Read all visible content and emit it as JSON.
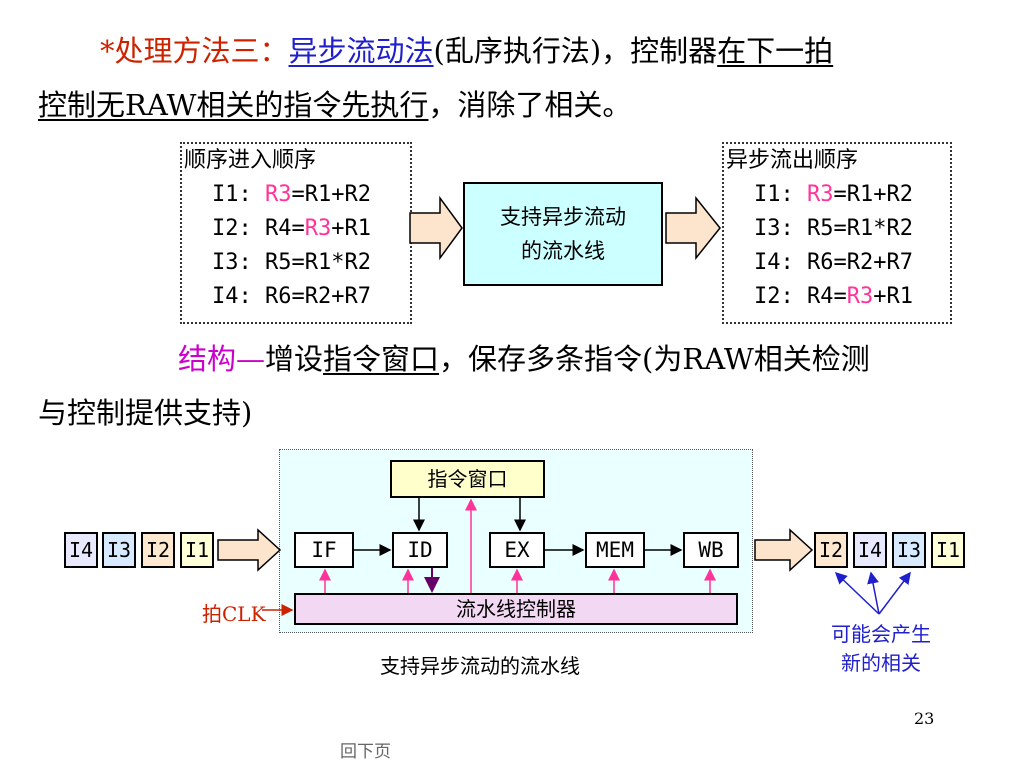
{
  "heading": {
    "l1_a": "*处理方法三：",
    "l1_b": "异步流动法",
    "l1_c": "(乱序执行法)，控制器",
    "l1_d": "在下一拍",
    "l2_a": "控制无RAW相关的指令先执行",
    "l2_b": "，消除了相关。"
  },
  "in_box": {
    "title": "顺序进入顺序",
    "lines": [
      {
        "pre": "I1: ",
        "hl": "R3",
        "post": "=R1+R2"
      },
      {
        "pre": "I2: R4=",
        "hl": "R3",
        "post": "+R1"
      },
      {
        "pre": "I3: R5=R1*R2",
        "hl": "",
        "post": ""
      },
      {
        "pre": "I4: R6=R2+R7",
        "hl": "",
        "post": ""
      }
    ]
  },
  "center_box": {
    "line1": "支持异步流动",
    "line2": "的流水线"
  },
  "out_box": {
    "title": "异步流出顺序",
    "lines": [
      {
        "pre": "I1: ",
        "hl": "R3",
        "post": "=R1+R2"
      },
      {
        "pre": "I3: R5=R1*R2",
        "hl": "",
        "post": ""
      },
      {
        "pre": "I4: R6=R2+R7",
        "hl": "",
        "post": ""
      },
      {
        "pre": "I2: R4=",
        "hl": "R3",
        "post": "+R1"
      }
    ]
  },
  "structure": {
    "a": "结构—",
    "b": "增设",
    "c": "指令窗口",
    "d": "，保存多条指令(为RAW相关检测",
    "e": "与控制提供支持)"
  },
  "pipeline": {
    "window": "指令窗口",
    "stages": [
      "IF",
      "ID",
      "EX",
      "MEM",
      "WB"
    ],
    "controller": "流水线控制器",
    "clock": "拍CLK",
    "caption": "支持异步流动的流水线",
    "input_queue": [
      {
        "label": "I4",
        "color": "#e8e8ff"
      },
      {
        "label": "I3",
        "color": "#d8eaff"
      },
      {
        "label": "I2",
        "color": "#ffe8d0"
      },
      {
        "label": "I1",
        "color": "#ffffd8"
      }
    ],
    "output_queue": [
      {
        "label": "I2",
        "color": "#ffe8d0"
      },
      {
        "label": "I4",
        "color": "#e8e8ff"
      },
      {
        "label": "I3",
        "color": "#d8eaff"
      },
      {
        "label": "I1",
        "color": "#ffffd8"
      }
    ],
    "note_line1": "可能会产生",
    "note_line2": "新的相关"
  },
  "page_number": "23",
  "nav_label": "回下页",
  "colors": {
    "accent_red": "#cc2200",
    "accent_blue": "#1f1fcc",
    "highlight": "#ff3399",
    "arrow_fill": "#fde4cc"
  }
}
